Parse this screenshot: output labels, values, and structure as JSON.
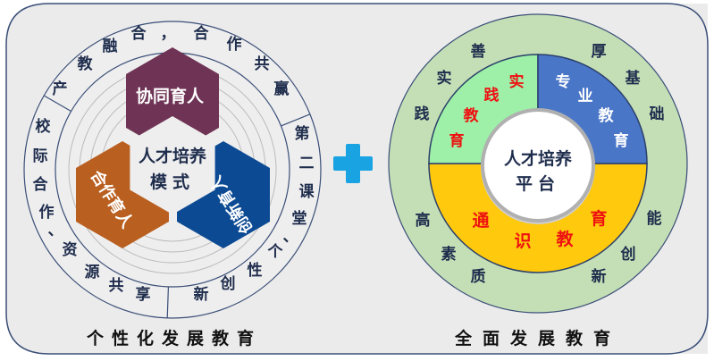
{
  "left_panel": {
    "title": "个性化发展教育",
    "center": {
      "line1": "人才培养",
      "line2": "模式"
    },
    "hexes": {
      "top": "协同育人",
      "left": "合作育人",
      "right": "创新育人"
    },
    "ring_segments": {
      "top": "产教融合，合作共赢",
      "right": "第二课堂、个性创新",
      "left": "校际合作、资源共享"
    }
  },
  "plus_icon": {
    "color": "#19a3e3"
  },
  "right_panel": {
    "title": "全面发展教育",
    "center": {
      "line1": "人才培养",
      "line2": "平台"
    },
    "quadrants": {
      "practice": "实践教育",
      "professional": "专业教育",
      "general": "通识教育"
    },
    "outer_words": {
      "top_left": "善实践",
      "top_right": "厚基础",
      "bottom_left": "高素质",
      "bottom_right": "能创新"
    }
  },
  "colors": {
    "purple": "#6f3455",
    "orange": "#b95f20",
    "blue": "#0d4a94",
    "green_ring": "#c4dfb6",
    "practice": "#9ef0a8",
    "professional": "#4a76c8",
    "general": "#ffc90e",
    "red_text": "#ee1111"
  }
}
